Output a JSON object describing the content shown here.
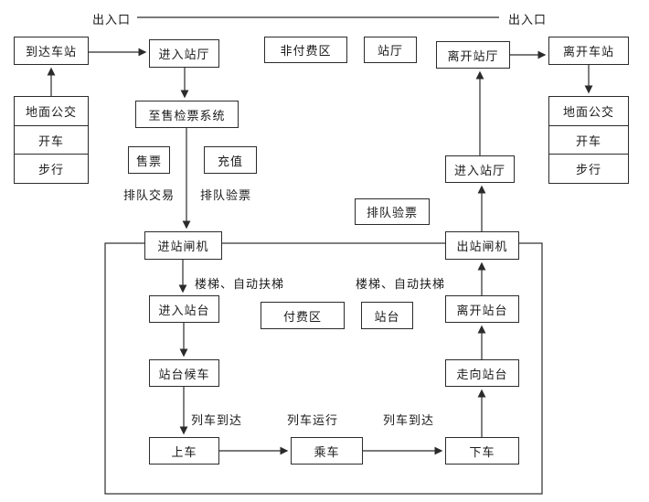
{
  "diagram": {
    "entrance_left": "出入口",
    "entrance_right": "出入口",
    "arrive_station": "到达车站",
    "left_transport": [
      "地面公交",
      "开车",
      "步行"
    ],
    "enter_hall_left": "进入站厅",
    "to_ticketing_system": "至售检票系统",
    "ticket_sale": "售票",
    "recharge": "充值",
    "queue_transaction": "排队交易",
    "queue_ticket_check_left": "排队验票",
    "entry_gate": "进站闸机",
    "non_paid_area": "非付费区",
    "station_hall": "站厅",
    "leave_hall": "离开站厅",
    "leave_station": "离开车站",
    "right_transport": [
      "地面公交",
      "开车",
      "步行"
    ],
    "enter_hall_right": "进入站厅",
    "queue_ticket_check_right": "排队验票",
    "exit_gate": "出站闸机",
    "stairs_escalator_left": "楼梯、自动扶梯",
    "stairs_escalator_right": "楼梯、自动扶梯",
    "enter_platform": "进入站台",
    "paid_area": "付费区",
    "platform": "站台",
    "leave_platform": "离开站台",
    "wait_on_platform": "站台候车",
    "walk_to_platform": "走向站台",
    "train_arrives_left": "列车到达",
    "train_running": "列车运行",
    "train_arrives_right": "列车到达",
    "board_train": "上车",
    "ride_train": "乘车",
    "alight_train": "下车"
  }
}
